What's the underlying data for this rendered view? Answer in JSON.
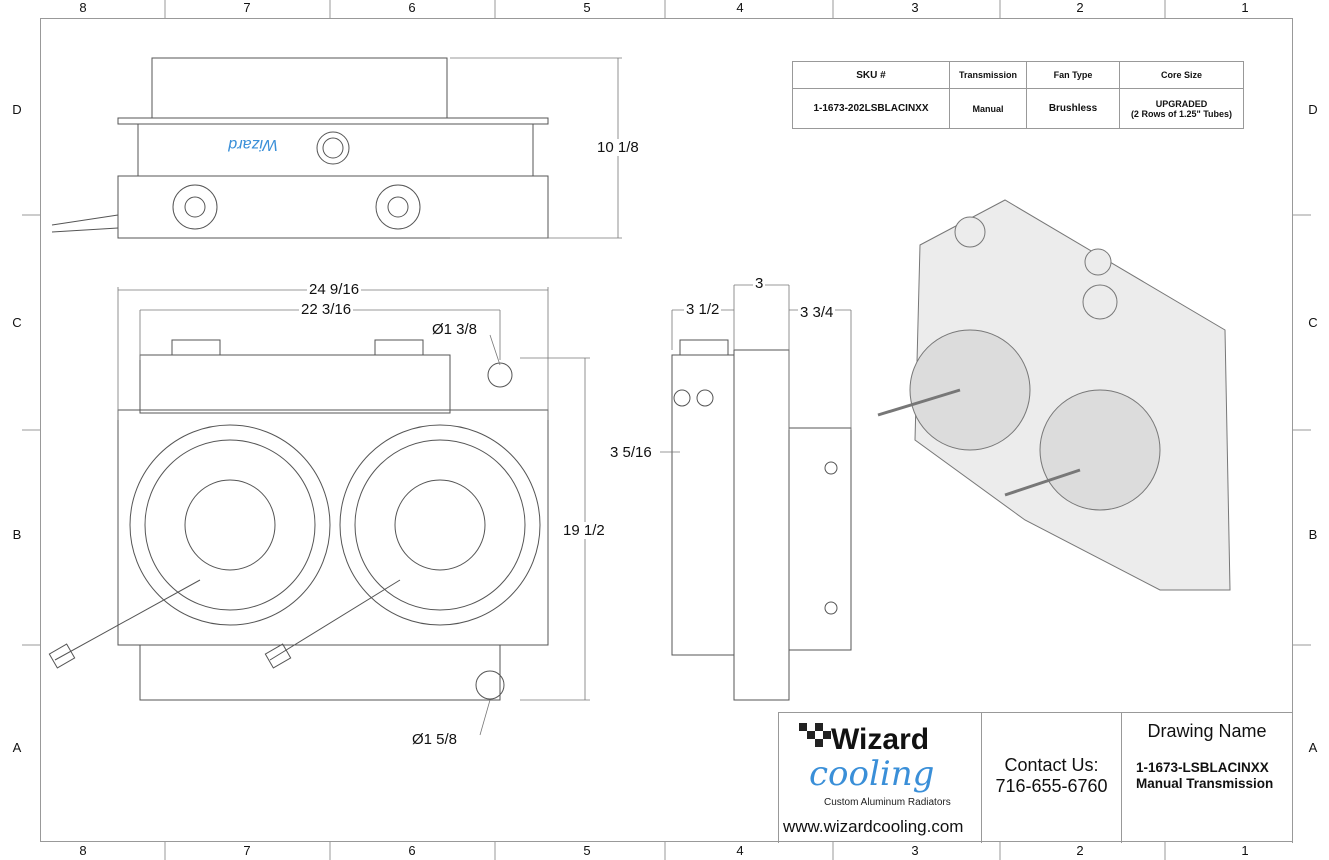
{
  "zones": {
    "columns": [
      "8",
      "7",
      "6",
      "5",
      "4",
      "3",
      "2",
      "1"
    ],
    "rows": [
      "D",
      "C",
      "B",
      "A"
    ]
  },
  "dimensions": {
    "height_top_view": "10 1/8",
    "overall_width": "24 9/16",
    "core_width": "22 3/16",
    "inlet_diameter": "Ø1 3/8",
    "overall_height": "19 1/2",
    "outlet_diameter": "Ø1 5/8",
    "side_total": "3",
    "side_left": "3 1/2",
    "side_right": "3 3/4",
    "side_offset": "3 5/16"
  },
  "spec_table": {
    "headers": [
      "SKU #",
      "Transmission",
      "Fan Type",
      "Core Size"
    ],
    "row": {
      "sku": "1-1673-202LSBLACINXX",
      "transmission": "Manual",
      "fan_type": "Brushless",
      "core_size_line1": "UPGRADED",
      "core_size_line2": "(2 Rows of 1.25\" Tubes)"
    }
  },
  "title_block": {
    "logo_text": "Wizard cooling",
    "logo_tagline": "Custom Aluminum Radiators",
    "website": "www.wizardcooling.com",
    "contact_label": "Contact Us:",
    "phone": "716-655-6760",
    "drawing_name_label": "Drawing Name",
    "drawing_number": "1-1673-LSBLACINXX",
    "drawing_subtitle": "Manual Transmission"
  },
  "colors": {
    "line": "#555555",
    "logo_blue": "#3a8fd8",
    "border": "#999999"
  }
}
